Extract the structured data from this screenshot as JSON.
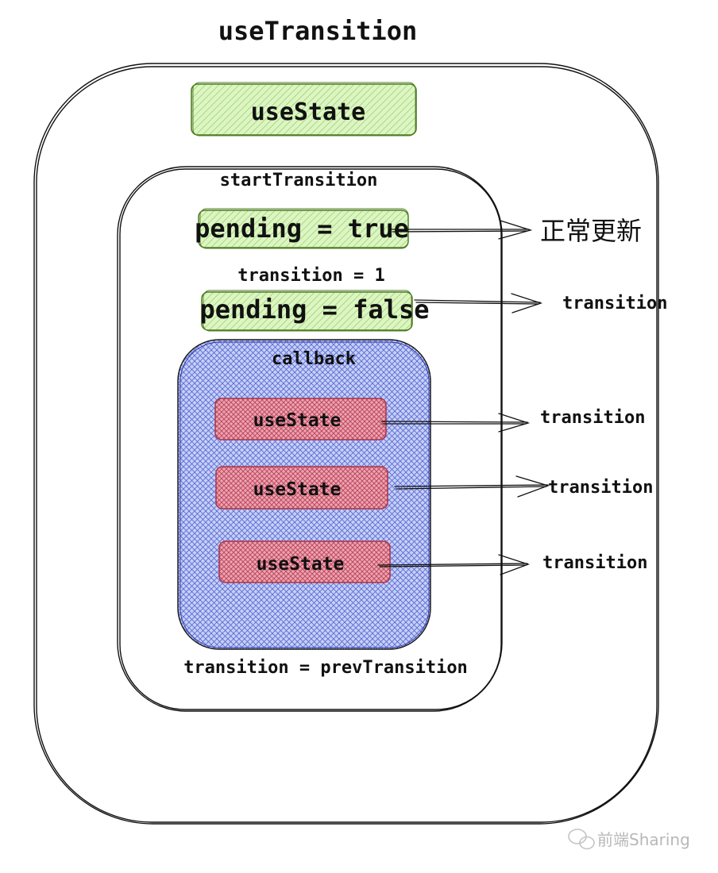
{
  "diagram": {
    "title": "useTransition",
    "outer_state_box": {
      "label": "useState",
      "fill": "#c8f0a4",
      "stroke": "#5a8a2a"
    },
    "start_transition": {
      "label": "startTransition",
      "pending_true": "pending = true",
      "transition_set": "transition = 1",
      "pending_false": "pending = false",
      "restore": "transition = prevTransition"
    },
    "callback": {
      "label": "callback",
      "fill": "#a9b8ee",
      "stroke": "#3140b8",
      "states": [
        {
          "label": "useState"
        },
        {
          "label": "useState"
        },
        {
          "label": "useState"
        }
      ],
      "state_fill": "#e4899a",
      "state_stroke": "#b23a4e"
    },
    "arrow_targets": {
      "pending_true": "正常更新",
      "pending_false": "transition",
      "states": [
        "transition",
        "transition",
        "transition"
      ]
    },
    "watermark": "前端Sharing"
  }
}
